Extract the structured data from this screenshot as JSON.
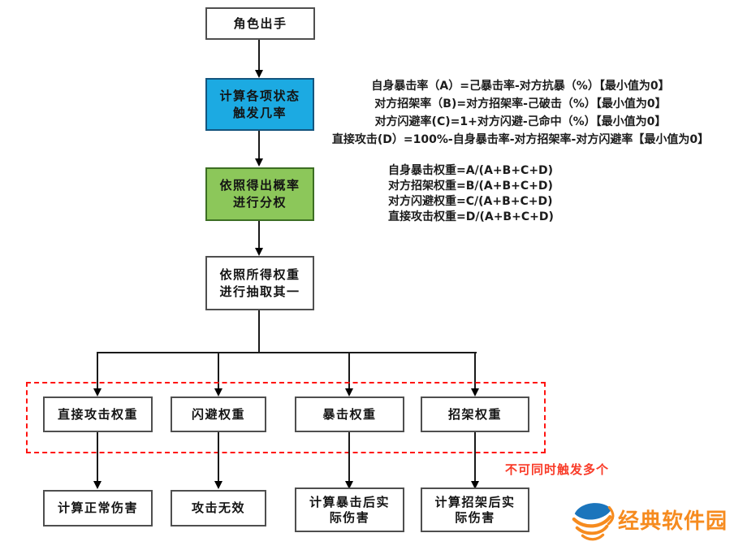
{
  "flow": {
    "start_label": "角色出手",
    "calc_state": {
      "line1": "计算各项状态",
      "line2": "触发几率"
    },
    "weight_assign": {
      "line1": "依照得出概率",
      "line2": "进行分权"
    },
    "draw_one": {
      "line1": "依照所得权重",
      "line2": "进行抽取其一"
    },
    "branches": [
      {
        "label": "直接攻击权重",
        "result_line1": "计算正常伤害",
        "result_line2": ""
      },
      {
        "label": "闪避权重",
        "result_line1": "攻击无效",
        "result_line2": ""
      },
      {
        "label": "暴击权重",
        "result_line1": "计算暴击后实",
        "result_line2": "际伤害"
      },
      {
        "label": "招架权重",
        "result_line1": "计算招架后实",
        "result_line2": "际伤害"
      }
    ],
    "exclusive_note": "不可同时触发多个"
  },
  "probability_formulas": {
    "line1": "自身暴击率（A）=己暴击率-对方抗暴（%）【最小值为0】",
    "line2": "对方招架率（B)=对方招架率-己破击（%）【最小值为0】",
    "line3": "对方闪避率(C)=1+对方闪避-己命中（%）【最小值为0】",
    "line4": "直接攻击(D）=100%-自身暴击率-对方招架率-对方闪避率【最小值为0】"
  },
  "weight_formulas": {
    "line1": "自身暴击权重=A/(A+B+C+D)",
    "line2": "对方招架权重=B/(A+B+C+D)",
    "line3": "对方闪避权重=C/(A+B+C+D)",
    "line4": "直接攻击权重=D/(A+B+C+D)"
  },
  "watermark": {
    "site_name": "经典软件园"
  },
  "colors": {
    "calc_state_fill": "#1caae2",
    "weight_assign_fill": "#8cc75a",
    "dashed_border": "#ff1411",
    "note_red": "#f93b28",
    "logo_orange": "#f68b1f",
    "logo_blue": "#1b75bc"
  }
}
